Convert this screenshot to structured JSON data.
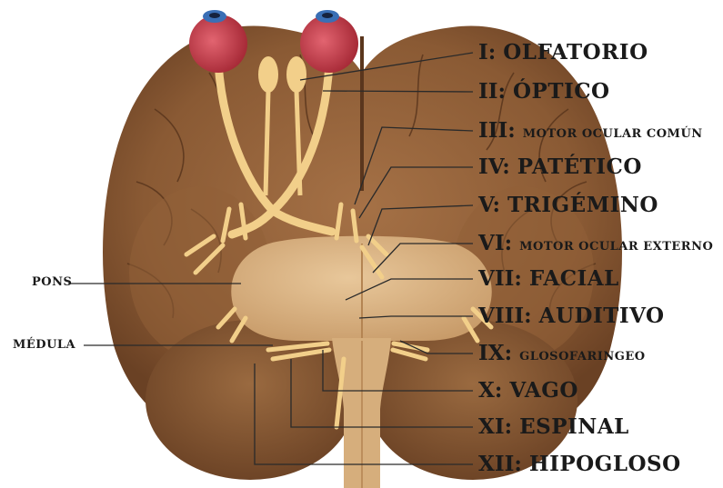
{
  "nerves": [
    {
      "numeral": "I:",
      "name": "OLFATORIO",
      "size": "big"
    },
    {
      "numeral": "II:",
      "name": "ÓPTICO",
      "size": "big"
    },
    {
      "numeral": "III:",
      "name": "MOTOR OCULAR COMÚN",
      "size": "small"
    },
    {
      "numeral": "IV:",
      "name": "PATÉTICO",
      "size": "big"
    },
    {
      "numeral": "V:",
      "name": "TRIGÉMINO",
      "size": "big"
    },
    {
      "numeral": "VI:",
      "name": "MOTOR OCULAR EXTERNO",
      "size": "small"
    },
    {
      "numeral": "VII:",
      "name": "FACIAL",
      "size": "big"
    },
    {
      "numeral": "VIII:",
      "name": "AUDITIVO",
      "size": "big"
    },
    {
      "numeral": "IX:",
      "name": "GLOSOFARINGEO",
      "size": "small"
    },
    {
      "numeral": "X:",
      "name": "VAGO",
      "size": "big"
    },
    {
      "numeral": "XI:",
      "name": "ESPINAL",
      "size": "big"
    },
    {
      "numeral": "XII:",
      "name": "HIPOGLOSO",
      "size": "big"
    }
  ],
  "side_labels": {
    "pons": "PONS",
    "medula": "MÉDULA"
  },
  "colors": {
    "brain": "#8a5a34",
    "brain_dark": "#6e4426",
    "brain_light": "#a77448",
    "nerve": "#f2cf8a",
    "eye": "#d0414f",
    "iris": "#3a6fb5",
    "leader": "#2a2a2a"
  }
}
